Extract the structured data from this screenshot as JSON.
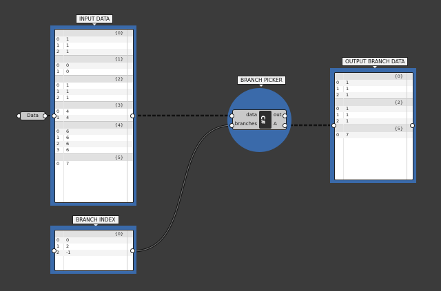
{
  "input_data": {
    "title": "INPUT DATA",
    "branches": [
      {
        "path": "{0}",
        "items": [
          {
            "i": "0",
            "v": "1"
          },
          {
            "i": "1",
            "v": "1"
          },
          {
            "i": "2",
            "v": "1"
          }
        ]
      },
      {
        "path": "{1}",
        "items": [
          {
            "i": "0",
            "v": "0"
          },
          {
            "i": "1",
            "v": "0"
          }
        ]
      },
      {
        "path": "{2}",
        "items": [
          {
            "i": "0",
            "v": "1"
          },
          {
            "i": "1",
            "v": "1"
          },
          {
            "i": "2",
            "v": "1"
          }
        ]
      },
      {
        "path": "{3}",
        "items": [
          {
            "i": "0",
            "v": "4"
          },
          {
            "i": "1",
            "v": "4"
          }
        ]
      },
      {
        "path": "{4}",
        "items": [
          {
            "i": "0",
            "v": "6"
          },
          {
            "i": "1",
            "v": "6"
          },
          {
            "i": "2",
            "v": "6"
          },
          {
            "i": "3",
            "v": "6"
          }
        ]
      },
      {
        "path": "{5}",
        "items": [
          {
            "i": "0",
            "v": "7"
          }
        ]
      }
    ]
  },
  "branch_index": {
    "title": "BRANCH INDEX",
    "branches": [
      {
        "path": "{0}",
        "items": [
          {
            "i": "0",
            "v": "0"
          },
          {
            "i": "1",
            "v": "2"
          },
          {
            "i": "2",
            "v": "-1"
          }
        ]
      }
    ]
  },
  "output_data": {
    "title": "OUTPUT BRANCH DATA",
    "branches": [
      {
        "path": "{0}",
        "items": [
          {
            "i": "0",
            "v": "1"
          },
          {
            "i": "1",
            "v": "1"
          },
          {
            "i": "2",
            "v": "1"
          }
        ]
      },
      {
        "path": "{2}",
        "items": [
          {
            "i": "0",
            "v": "1"
          },
          {
            "i": "1",
            "v": "1"
          },
          {
            "i": "2",
            "v": "1"
          }
        ]
      },
      {
        "path": "{5}",
        "items": [
          {
            "i": "0",
            "v": "7"
          }
        ]
      }
    ]
  },
  "data_param": {
    "label": "Data"
  },
  "branch_picker": {
    "title": "BRANCH PICKER",
    "inputs": [
      "data",
      "branches"
    ],
    "outputs": [
      "out",
      "A"
    ],
    "icon_label": "C#"
  },
  "colors": {
    "canvas": "#3b3b3b",
    "group": "#3a6aaa",
    "wire": "#111111"
  }
}
